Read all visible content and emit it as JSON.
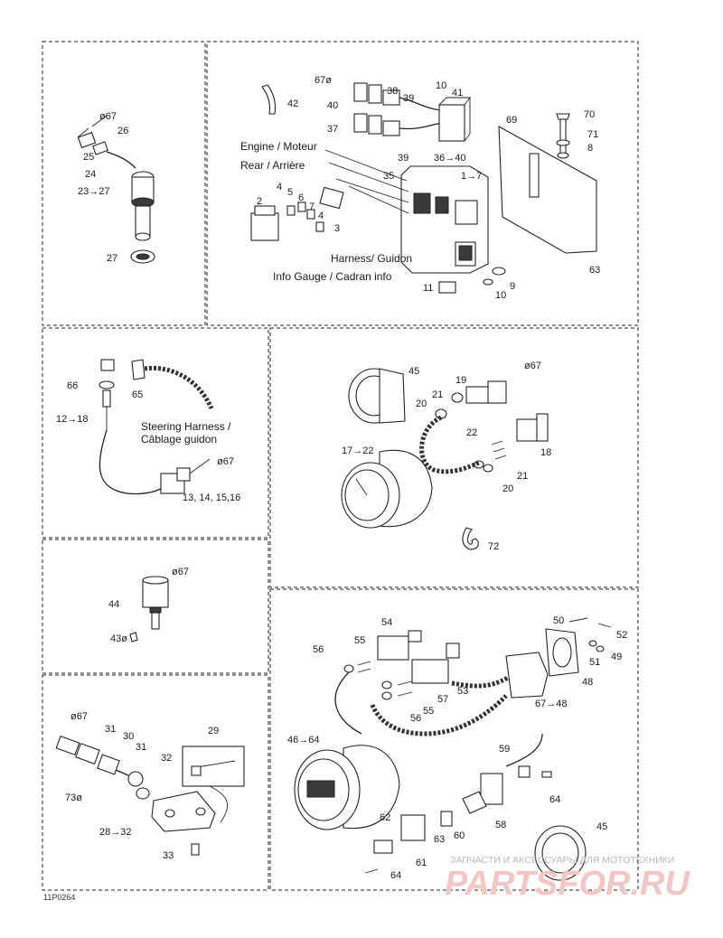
{
  "diagram": {
    "reference_code": "11P0264",
    "captions": {
      "engine": "Engine / Moteur",
      "rear": "Rear / Arrière",
      "harness": "Harness/ Guidon",
      "info_gauge": "Info Gauge / Cadran info",
      "steering_line1": "Steering Harness /",
      "steering_line2": "Câblage guidon"
    },
    "labels": {
      "p1": [
        "ø67",
        "26",
        "25",
        "24",
        "23→27",
        "27"
      ],
      "p2": [
        "42",
        "67ø",
        "40",
        "38",
        "39",
        "10",
        "41",
        "37",
        "39",
        "36→40",
        "69",
        "70",
        "71",
        "8",
        "35",
        "1→7",
        "2",
        "4",
        "5",
        "6",
        "7",
        "4",
        "3",
        "63",
        "11",
        "10",
        "9"
      ],
      "p3": [
        "66",
        "65",
        "12→18",
        "ø67",
        "13, 14, 15,16"
      ],
      "p4": [
        "45",
        "19",
        "ø67",
        "20",
        "21",
        "22",
        "18",
        "17→22",
        "21",
        "20",
        "72"
      ],
      "p5": [
        "ø67",
        "44",
        "43ø"
      ],
      "p6": [
        "ø67",
        "31",
        "30",
        "31",
        "32",
        "29",
        "73ø",
        "28→32",
        "33"
      ],
      "p7": [
        "54",
        "50",
        "52",
        "56",
        "55",
        "51",
        "49",
        "53",
        "48",
        "57",
        "56",
        "55",
        "67→48",
        "46→64",
        "59",
        "64",
        "62",
        "63",
        "60",
        "58",
        "45",
        "61",
        "64"
      ]
    }
  },
  "watermark": {
    "line1": "ЗАПЧАСТИ И АКСЕССУАРЫ ДЛЯ МОТОТЕХНИКИ",
    "line2": "PARTSFOR.RU"
  }
}
